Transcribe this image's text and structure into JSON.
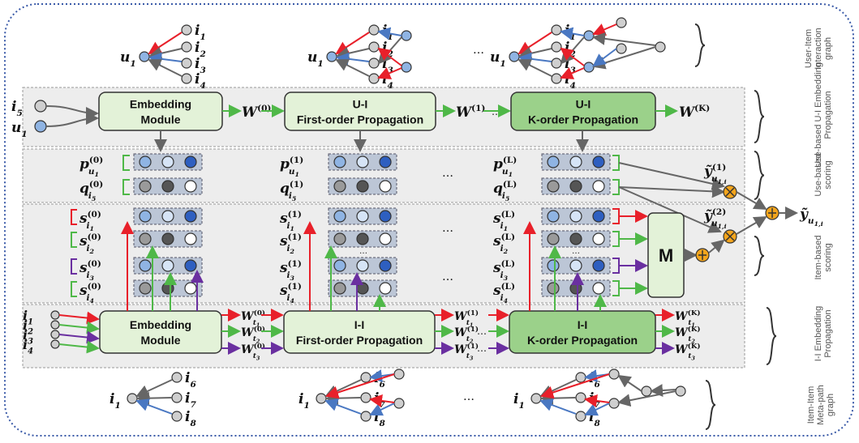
{
  "side_labels": {
    "ui_graph": [
      "User-Item",
      "Interaction",
      "graph"
    ],
    "ui_prop": [
      "Use-based U-I Embedding",
      "Propagation"
    ],
    "user_scoring": [
      "Use-based",
      "scoring"
    ],
    "item_scoring": [
      "Item-based",
      "scoring"
    ],
    "ii_prop": [
      "I-I Embedding",
      "Propagation"
    ],
    "ii_graph": [
      "Item-Item",
      "Meta-path",
      "graph"
    ]
  },
  "ui_boxes": {
    "embed": [
      "Embedding",
      "Module"
    ],
    "first": [
      "U-I",
      "First-order Propagation"
    ],
    "korder": [
      "U-I",
      "K-order Propagation"
    ]
  },
  "ii_boxes": {
    "embed": [
      "Embedding",
      "Module"
    ],
    "first": [
      "I-I",
      "First-order Propagation"
    ],
    "korder": [
      "I-I",
      "K-order Propagation"
    ]
  },
  "m_box": "M",
  "ellipsis": "…",
  "nodes": {
    "u1": "u",
    "i": "i",
    "sub1": "1",
    "sub2": "2",
    "sub3": "3",
    "sub4": "4",
    "sub5": "5",
    "sub6": "6",
    "sub7": "7",
    "sub8": "8"
  },
  "symbols": {
    "W": "W",
    "p": "p",
    "q": "q",
    "s": "s",
    "y": "ỹ",
    "sup0": "(0)",
    "sup1": "(1)",
    "supL": "(L)",
    "supK": "(K)",
    "supy1": "(1)",
    "supy2": "(2)",
    "sub_u1": "u",
    "sub_u1n": "1",
    "sub_i5": "i",
    "sub_i5n": "5",
    "sub_t": "t",
    "sub_y": "u",
    "sub_yn": "1,i",
    "sub_yn2": "5"
  },
  "colors": {
    "red": "#e8202a",
    "green": "#4fb848",
    "purple": "#6a2fa0",
    "blue": "#4a78c2",
    "gray": "#666666",
    "box_light": "#e3f2d8",
    "box_dark": "#9bd18a",
    "band": "#ededed",
    "orange": "#f4a51c",
    "node_blue": "#8fb4e3",
    "node_gray": "#cfcfcf",
    "frame": "#3a5aa8"
  }
}
